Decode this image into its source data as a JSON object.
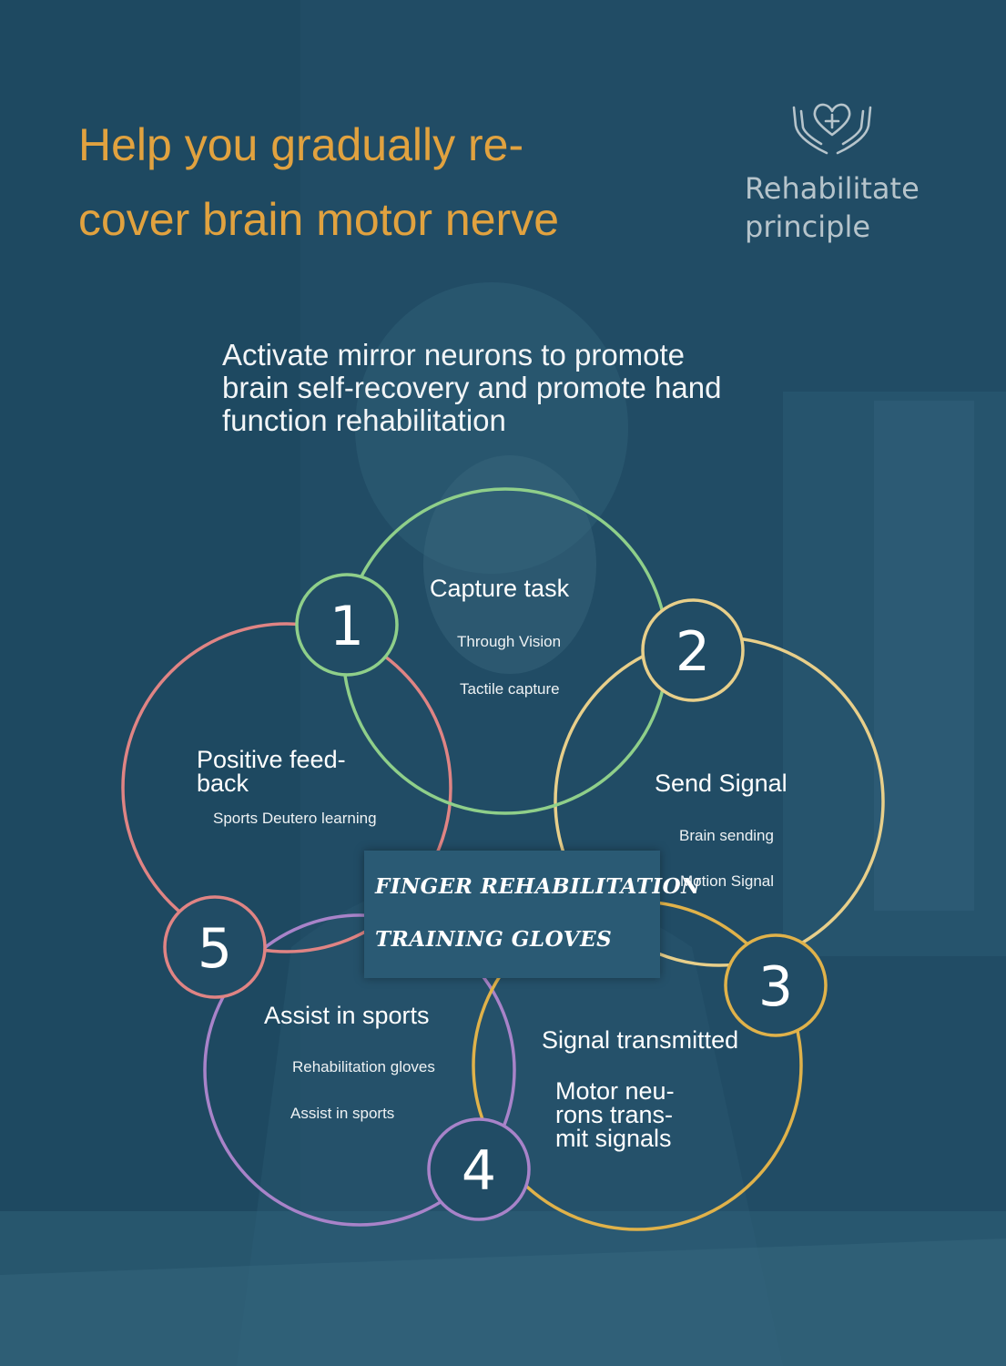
{
  "header": {
    "headline_line1": "Help you gradually re-",
    "headline_line2": "cover brain motor nerve",
    "principle_line1": "Rehabilitate",
    "principle_line2": "principle",
    "icon": "hands-heart-cross-icon"
  },
  "subtitle": {
    "line1": "Activate mirror neurons to promote",
    "line2": "brain self-recovery and promote hand",
    "line3": "function rehabilitation"
  },
  "diagram": {
    "center_line1": "FINGER REHABILITATION",
    "center_line2": "TRAINING GLOVES",
    "steps": [
      {
        "number": "1",
        "color": "#8fcf8a",
        "title": "Capture task",
        "details": [
          "Through Vision",
          "Tactile capture"
        ]
      },
      {
        "number": "2",
        "color": "#e8cf8a",
        "title": "Send Signal",
        "details": [
          "Brain sending",
          "Motion Signal"
        ]
      },
      {
        "number": "3",
        "color": "#e0b24a",
        "title": "Signal transmitted",
        "details_lines": [
          "Motor neu-",
          "rons trans-",
          "mit signals"
        ]
      },
      {
        "number": "4",
        "color": "#a883c9",
        "title": "Assist in sports",
        "details": [
          "Rehabilitation gloves",
          "Assist in sports"
        ]
      },
      {
        "number": "5",
        "color": "#e08484",
        "title_lines": [
          "Positive feed-",
          "back"
        ],
        "details": [
          "Sports Deutero learning"
        ]
      }
    ]
  }
}
